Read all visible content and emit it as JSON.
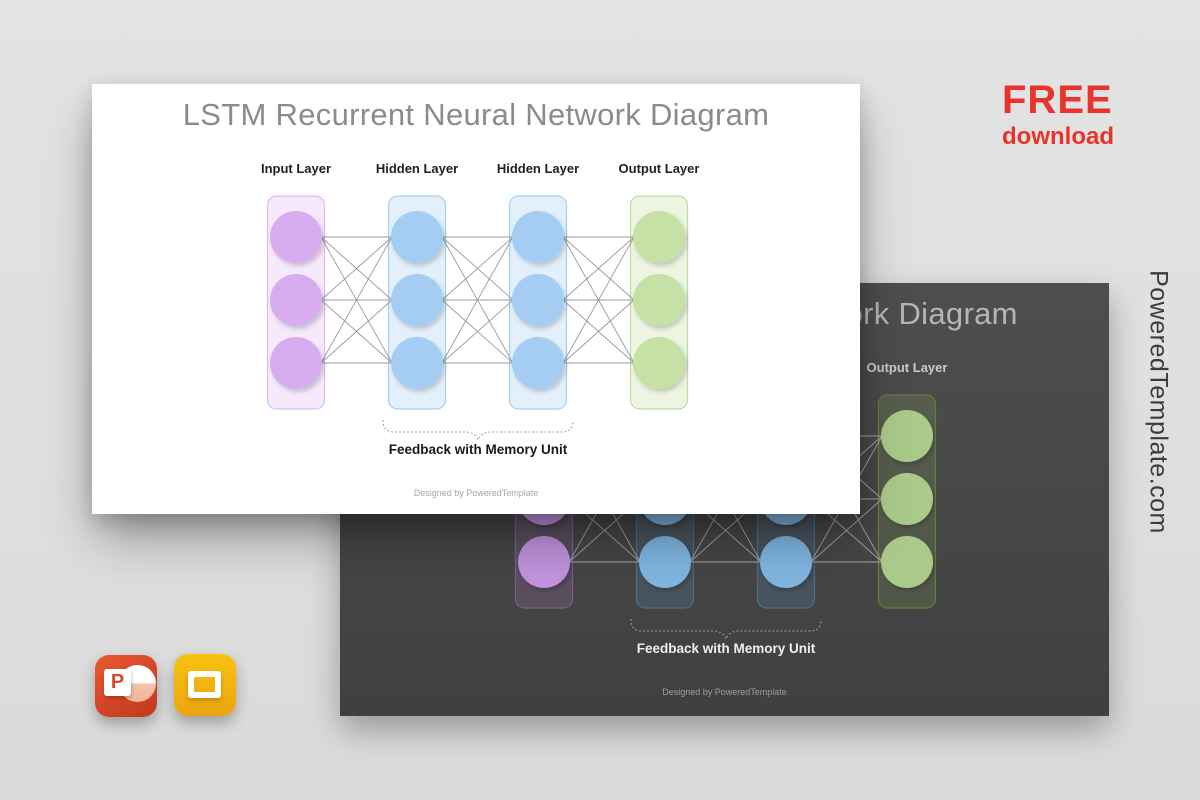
{
  "page": {
    "background": "#e0e0e0",
    "free_badge": {
      "line1": "FREE",
      "line2": "download",
      "color": "#e8342b"
    },
    "watermark": "PoweredTemplate.com"
  },
  "slide": {
    "title": "LSTM Recurrent Neural Network Diagram",
    "layers": [
      {
        "label": "Input Layer",
        "type": "input"
      },
      {
        "label": "Hidden Layer",
        "type": "hidden"
      },
      {
        "label": "Hidden Layer",
        "type": "hidden"
      },
      {
        "label": "Output Layer",
        "type": "output"
      }
    ],
    "nodes_per_layer": 3,
    "feedback_label": "Feedback with Memory Unit",
    "designed_by": "Designed by PoweredTemplate"
  },
  "themes": {
    "light": {
      "slide_bg_from": "#ffffff",
      "slide_bg_to": "#ffffff",
      "title": "#8b8b8b",
      "label": "#1f1f1f",
      "line": "#9a9a9a",
      "brace": "#8a8a8a",
      "feedback": "#1a1a1a",
      "designed": "#a6a6a6",
      "layers": {
        "input": {
          "fill": "#f6e9fc",
          "border": "#ddbcf0",
          "node": "#d7adf0"
        },
        "hidden": {
          "fill": "#e3f0fb",
          "border": "#a3d1f0",
          "node": "#a5ccf2"
        },
        "output": {
          "fill": "#edf5e2",
          "border": "#bfdb9f",
          "node": "#c5e1a5"
        }
      }
    },
    "dark": {
      "slide_bg_from": "#4e4e4e",
      "slide_bg_to": "#404040",
      "title": "#b5b5b5",
      "label": "#cccccc",
      "line": "#a5a5a5",
      "brace": "#b2b2b2",
      "feedback": "#eeeeee",
      "designed": "#9e9e9e",
      "layers": {
        "input": {
          "fill": "rgba(190,130,225,0.16)",
          "border": "#7e5c94",
          "node": "#c193dc"
        },
        "hidden": {
          "fill": "rgba(100,160,215,0.16)",
          "border": "#46718f",
          "node": "#7fb5e0"
        },
        "output": {
          "fill": "rgba(150,190,100,0.16)",
          "border": "#64803f",
          "node": "#a9ca89"
        }
      }
    }
  },
  "app_icons": [
    {
      "name": "powerpoint",
      "letter": "P",
      "color": "#d7472a"
    },
    {
      "name": "google-slides",
      "color": "#f2b50e"
    }
  ]
}
